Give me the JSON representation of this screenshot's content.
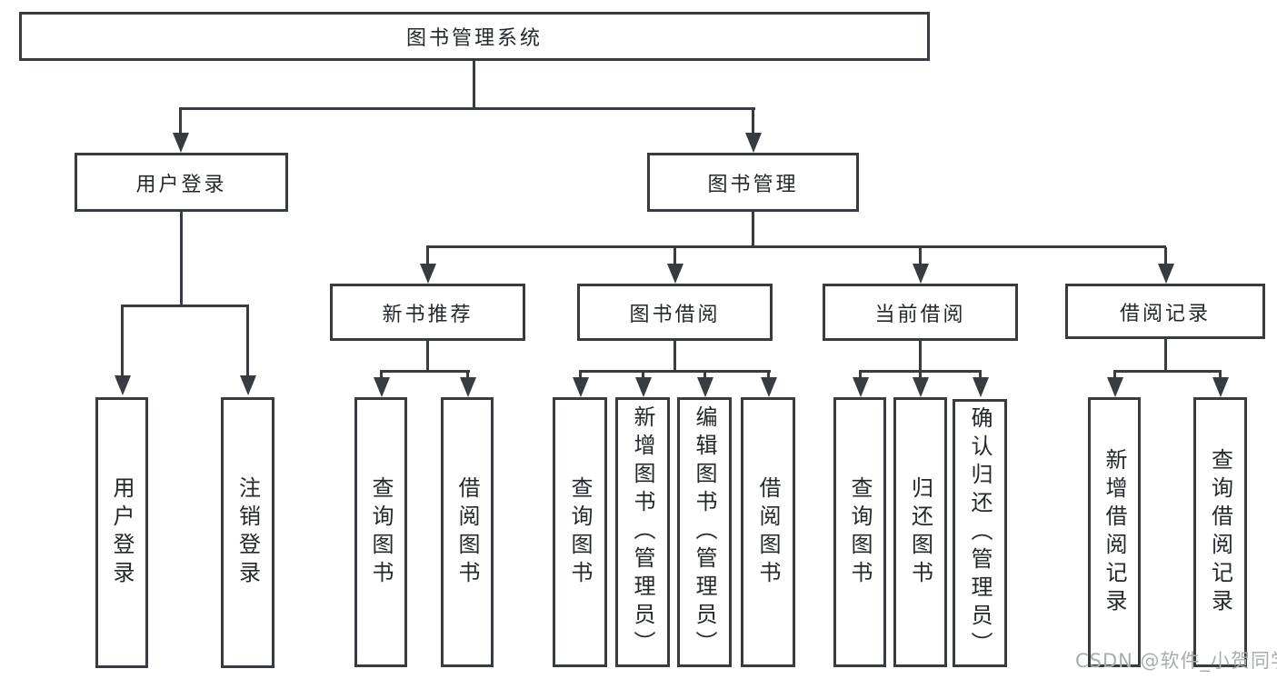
{
  "title": "图书管理系统",
  "watermark": "CSDN @软件_小贺同学",
  "colors": {
    "line": "#383c40",
    "text": "#24282c",
    "background": "#ffffff",
    "watermark": "#a9adb0"
  },
  "tree": {
    "root": "图书管理系统",
    "children": [
      {
        "label": "用户登录",
        "children": [
          "用户登录",
          "注销登录"
        ]
      },
      {
        "label": "图书管理",
        "children": [
          {
            "label": "新书推荐",
            "children": [
              "查询图书",
              "借阅图书"
            ]
          },
          {
            "label": "图书借阅",
            "children": [
              "查询图书",
              "新增图书（管理员）",
              "编辑图书（管理员）",
              "借阅图书"
            ]
          },
          {
            "label": "当前借阅",
            "children": [
              "查询图书",
              "归还图书",
              "确认归还（管理员）"
            ]
          },
          {
            "label": "借阅记录",
            "children": [
              "新增借阅记录",
              "查询借阅记录"
            ]
          }
        ]
      }
    ]
  }
}
